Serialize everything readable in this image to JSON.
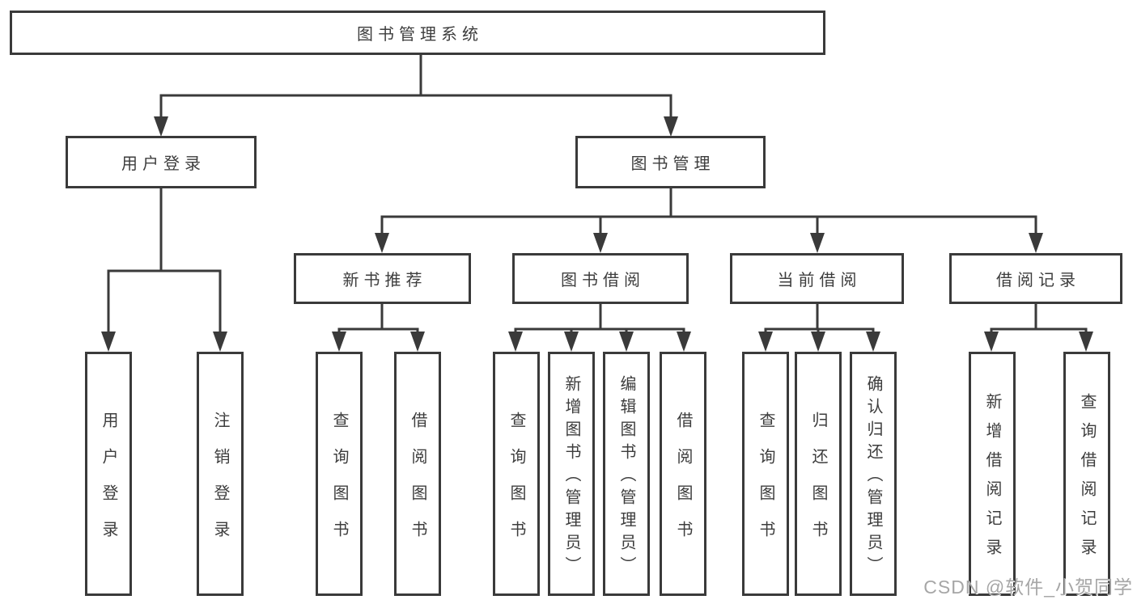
{
  "diagram": {
    "root": {
      "label": "图书管理系统"
    },
    "level2": {
      "user_login": {
        "label": "用户登录"
      },
      "book_management": {
        "label": "图书管理"
      }
    },
    "level3": {
      "new_book_recommendation": {
        "label": "新书推荐"
      },
      "book_borrowing": {
        "label": "图书借阅"
      },
      "current_borrowing": {
        "label": "当前借阅"
      },
      "borrowing_records": {
        "label": "借阅记录"
      }
    },
    "leaves": {
      "user_login": {
        "label": "用户登录"
      },
      "logout": {
        "label": "注销登录"
      },
      "recommend_query_books": {
        "label": "查询图书"
      },
      "recommend_borrow_books": {
        "label": "借阅图书"
      },
      "borrowing_query_books": {
        "label": "查询图书"
      },
      "borrowing_add_books_admin": {
        "label": "新增图书（管理员）"
      },
      "borrowing_edit_books_admin": {
        "label": "编辑图书（管理员）"
      },
      "borrowing_borrow_books": {
        "label": "借阅图书"
      },
      "current_query_books": {
        "label": "查询图书"
      },
      "current_return_books": {
        "label": "归还图书"
      },
      "current_confirm_return_admin": {
        "label": "确认归还（管理员）"
      },
      "records_add_record": {
        "label": "新增借阅记录"
      },
      "records_query_record": {
        "label": "查询借阅记录"
      }
    }
  },
  "watermark": {
    "text": "CSDN @软件_小贺同学"
  },
  "colors": {
    "line": "#3a3a3a",
    "text": "#3d3d3d",
    "box_bg": "#ffffff",
    "page_bg": "#ffffff",
    "watermark": "#a6a6a6"
  }
}
